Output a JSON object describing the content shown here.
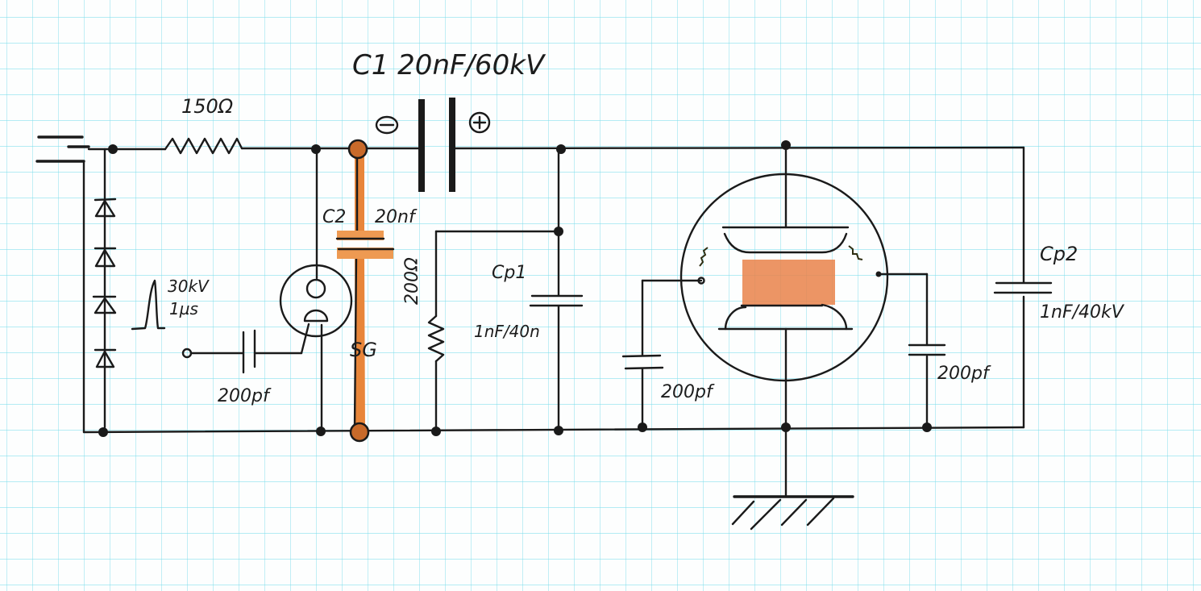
{
  "diagram": {
    "title": "Pulsed plasma discharge circuit (hand-drawn schematic)",
    "colors": {
      "ink": "#1a1a1a",
      "highlight": "#e8863a",
      "plasma": "#e9824a",
      "grid": "#7fdcec"
    },
    "components": {
      "c1": {
        "label": "C1 20nF/60kV",
        "polarity_minus": "−",
        "polarity_plus": "+"
      },
      "r1": {
        "label": "150Ω"
      },
      "c2": {
        "label_name": "C2",
        "label_value": "20nf"
      },
      "spark_gap": {
        "label": "SG"
      },
      "trigger_cap": {
        "label": "200pf"
      },
      "pulse": {
        "line1": "30kV",
        "line2": "1µs"
      },
      "r2": {
        "label": "200Ω"
      },
      "cp1": {
        "label_name": "Cp1",
        "label_value": "1nF/40n"
      },
      "cp2": {
        "label_name": "Cp2",
        "label_value": "1nF/40kV"
      },
      "c_left_probe": {
        "label": "200pf"
      },
      "c_right_probe": {
        "label": "200pf"
      },
      "diodes": {
        "count": 4,
        "icon": "diode-icon"
      },
      "ground": {
        "icon": "ground-icon"
      },
      "chamber": {
        "icon": "discharge-chamber-icon"
      }
    }
  }
}
